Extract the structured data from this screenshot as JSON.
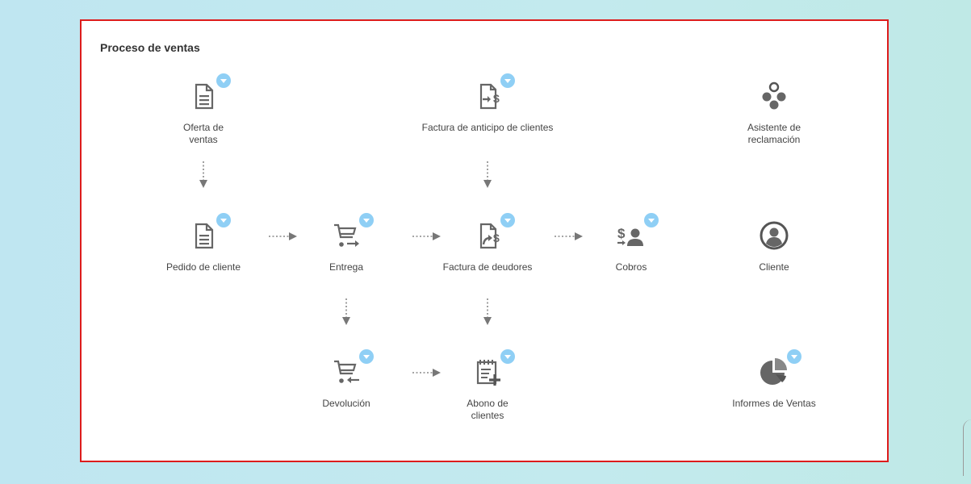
{
  "panel": {
    "title": "Proceso de ventas",
    "border_color": "#dd1c1c",
    "badge_color": "#8fcff5",
    "icon_color": "#666666"
  },
  "nodes": {
    "oferta": {
      "label": "Oferta de\nventas",
      "icon": "document-icon",
      "has_menu": true
    },
    "anticipo": {
      "label": "Factura de anticipo de clientes",
      "icon": "invoice-arrow-dollar-icon",
      "has_menu": true
    },
    "asistente": {
      "label": "Asistente de\nreclamación",
      "icon": "dunning-circles-icon",
      "has_menu": false
    },
    "pedido": {
      "label": "Pedido de cliente",
      "icon": "document-icon",
      "has_menu": true
    },
    "entrega": {
      "label": "Entrega",
      "icon": "cart-forward-icon",
      "has_menu": true
    },
    "factura": {
      "label": "Factura de deudores",
      "icon": "invoice-share-dollar-icon",
      "has_menu": true
    },
    "cobros": {
      "label": "Cobros",
      "icon": "dollar-person-icon",
      "has_menu": true
    },
    "cliente": {
      "label": "Cliente",
      "icon": "person-circle-icon",
      "has_menu": false
    },
    "devolucion": {
      "label": "Devolución",
      "icon": "cart-return-icon",
      "has_menu": true
    },
    "abono": {
      "label": "Abono de\nclientes",
      "icon": "calendar-plus-icon",
      "has_menu": true
    },
    "informes": {
      "label": "Informes de Ventas",
      "icon": "pie-chart-icon",
      "has_menu": true
    }
  }
}
